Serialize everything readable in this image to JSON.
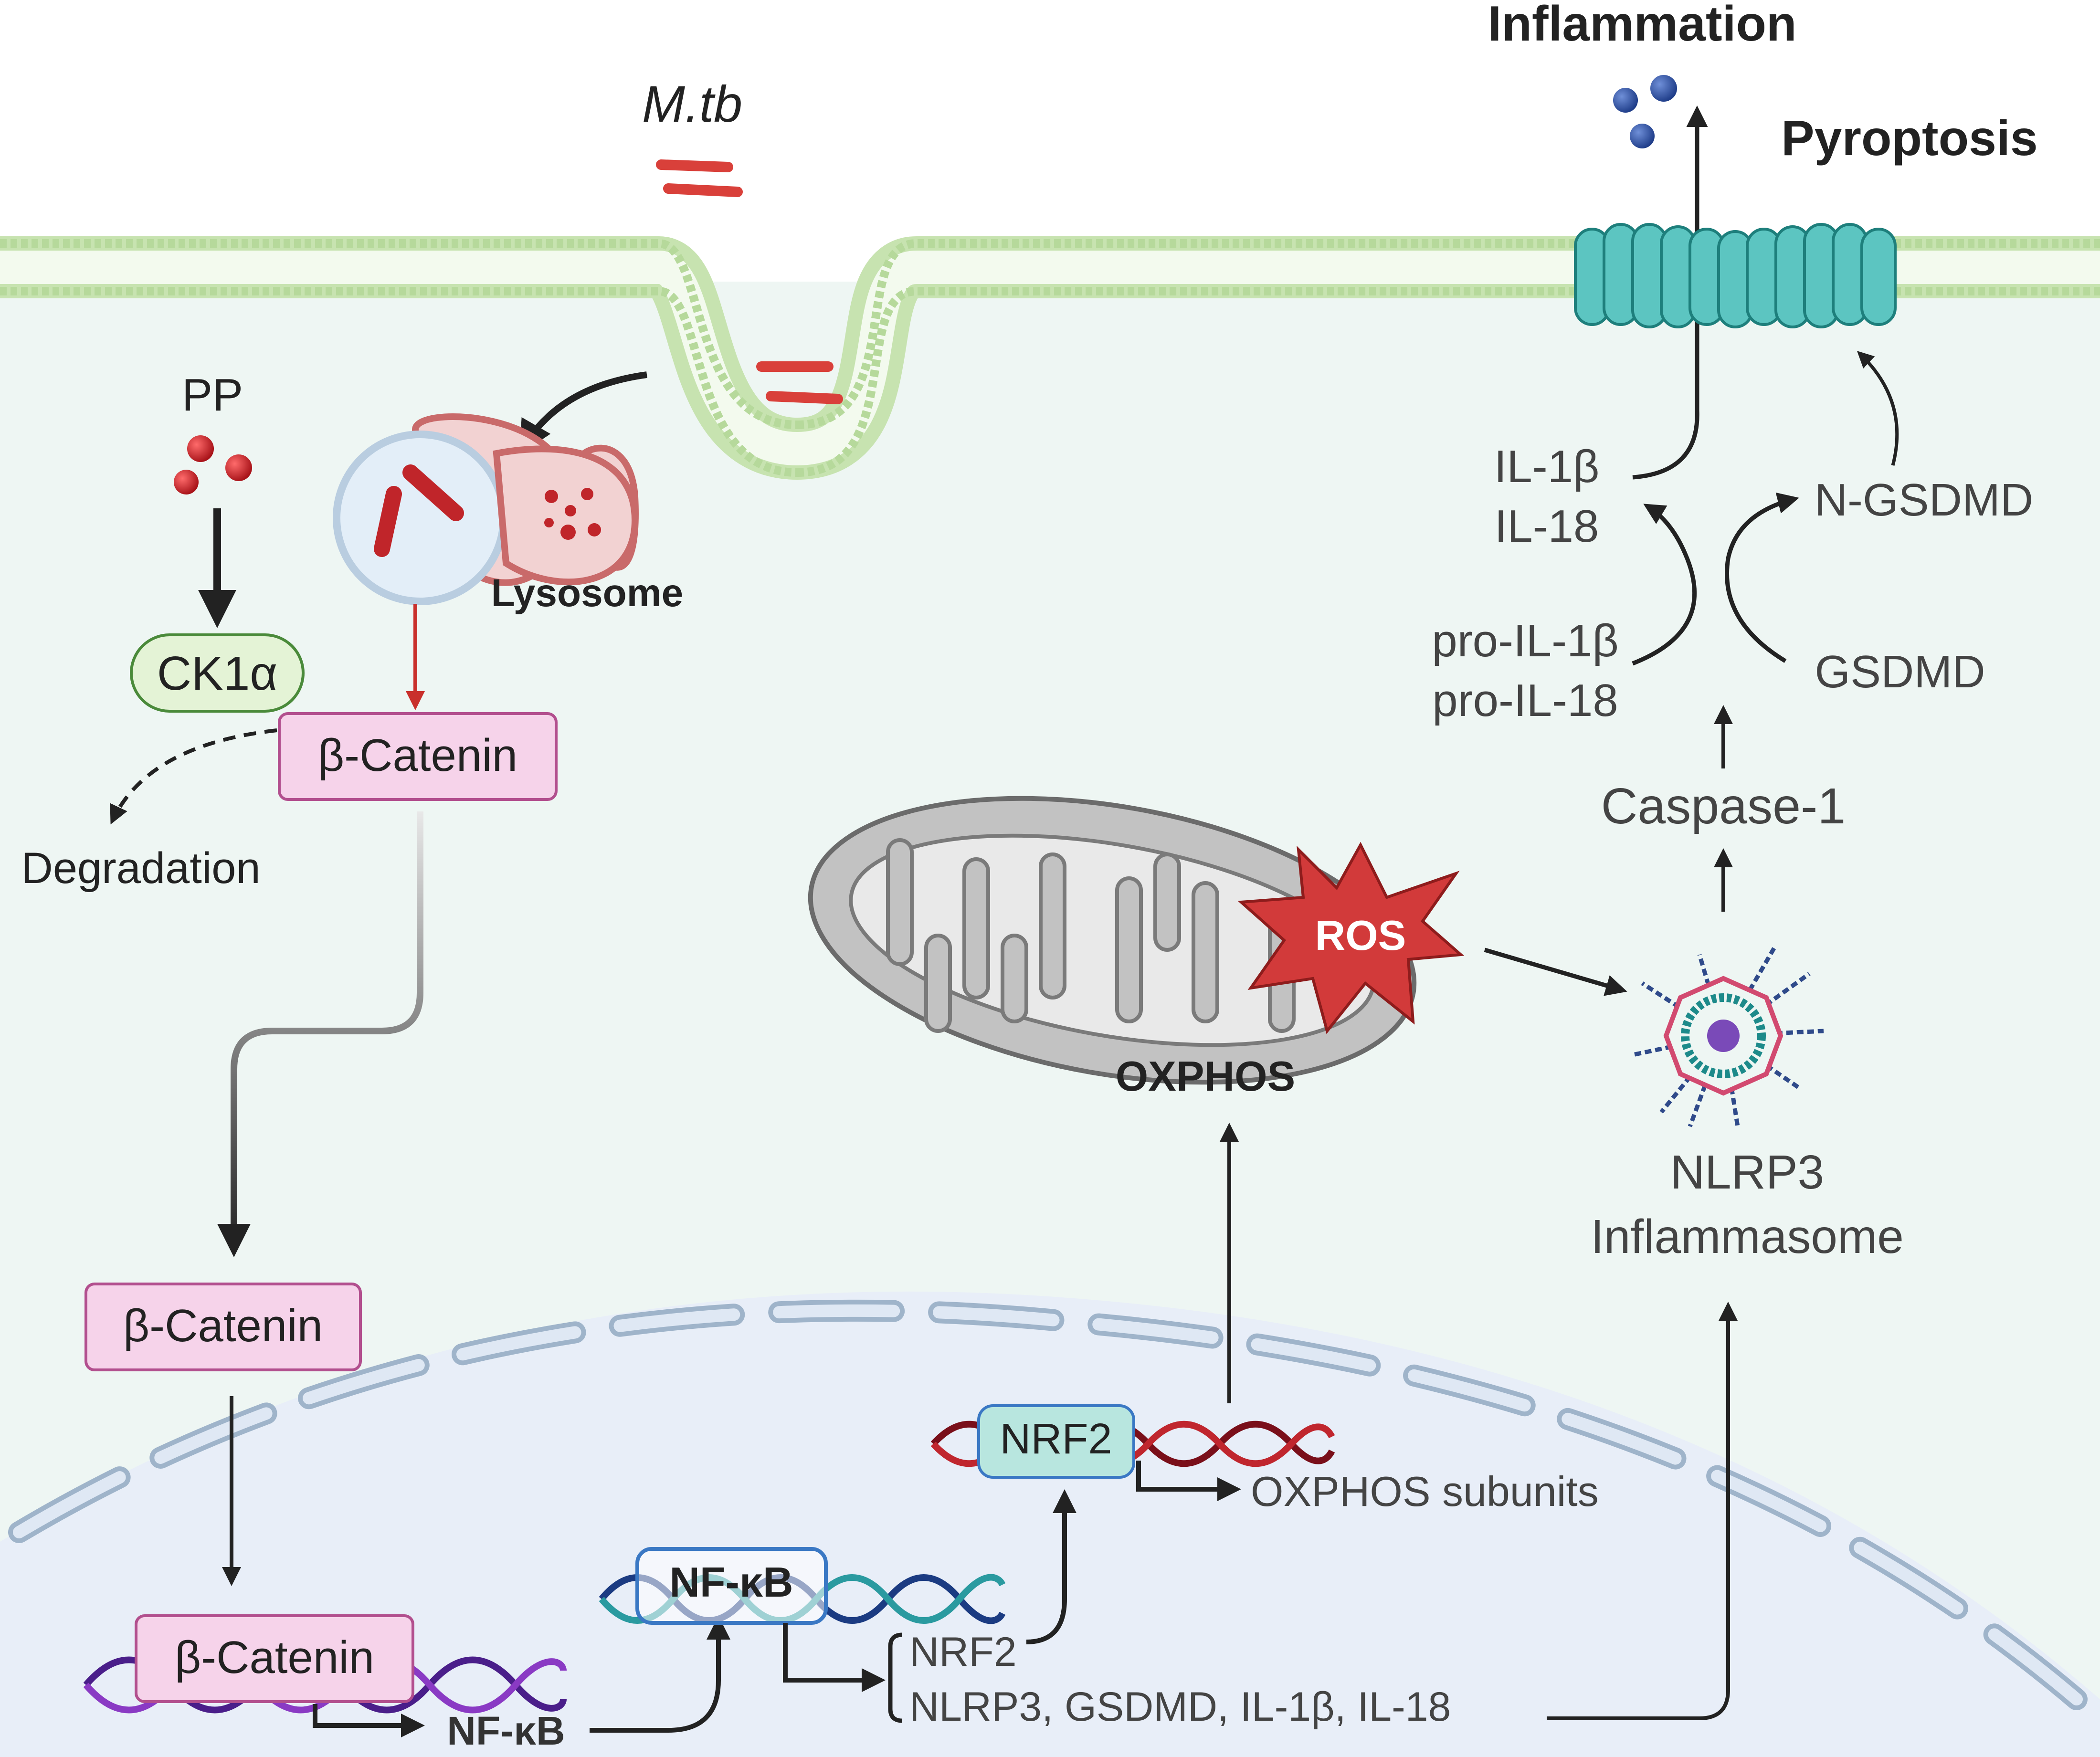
{
  "labels": {
    "mtb": "M.tb",
    "inflammation": "Inflammation",
    "pyroptosis": "Pyroptosis",
    "pp": "PP",
    "ck1a": "CK1α",
    "degradation": "Degradation",
    "lysosome": "Lysosome",
    "beta_catenin_cyto": "β-Catenin",
    "beta_catenin_mid": "β-Catenin",
    "beta_catenin_dna": "β-Catenin",
    "nfkb_target": "NF-κB",
    "nfkb_factor": "NF-κB",
    "nrf2_factor": "NRF2",
    "oxphos_subunits": "OXPHOS subunits",
    "nrf2_gene": "NRF2",
    "nfkb_genes": "NLRP3, GSDMD, IL-1β, IL-18",
    "ros": "ROS",
    "oxphos": "OXPHOS",
    "nlrp3_line1": "NLRP3",
    "nlrp3_line2": "Inflammasome",
    "caspase1": "Caspase-1",
    "pro_il1b": "pro-IL-1β",
    "pro_il18": "pro-IL-18",
    "il1b": "IL-1β",
    "il18": "IL-18",
    "gsdmd": "GSDMD",
    "n_gsdmd": "N-GSDMD"
  },
  "colors": {
    "cytoplasm": "#eef6f3",
    "nucleus": "#e8eef8",
    "membrane": "#c7e3b0",
    "bacterium": "#d9403a",
    "catenin_fill": "#f6d3ea",
    "catenin_stroke": "#b24f8e",
    "ck1a_fill": "#e4f3d6",
    "ck1a_stroke": "#4a8a3a",
    "nrf2_fill": "#b8e6df",
    "nfkb_stroke": "#3a78c4",
    "pore": "#2aa6a3",
    "mitochondrion": "#c2c2c2",
    "ros": "#d23a3a"
  }
}
